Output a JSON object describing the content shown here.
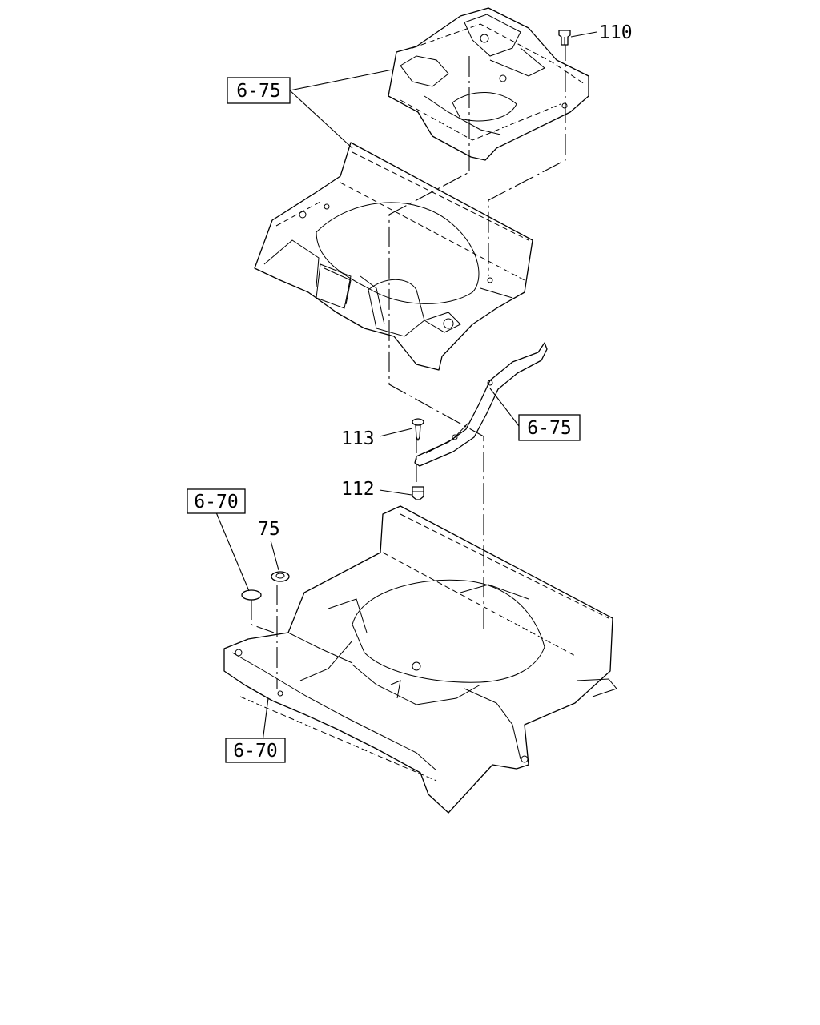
{
  "callouts": {
    "part_110": "110",
    "part_113": "113",
    "part_112": "112",
    "part_75": "75"
  },
  "references": {
    "ref_top_cover": "6-75",
    "ref_bracket": "6-75",
    "ref_grommet": "6-70",
    "ref_bottom_panel": "6-70"
  },
  "icons": [
    "bolt-icon",
    "screw-icon",
    "clip-icon",
    "grommet-icon"
  ]
}
